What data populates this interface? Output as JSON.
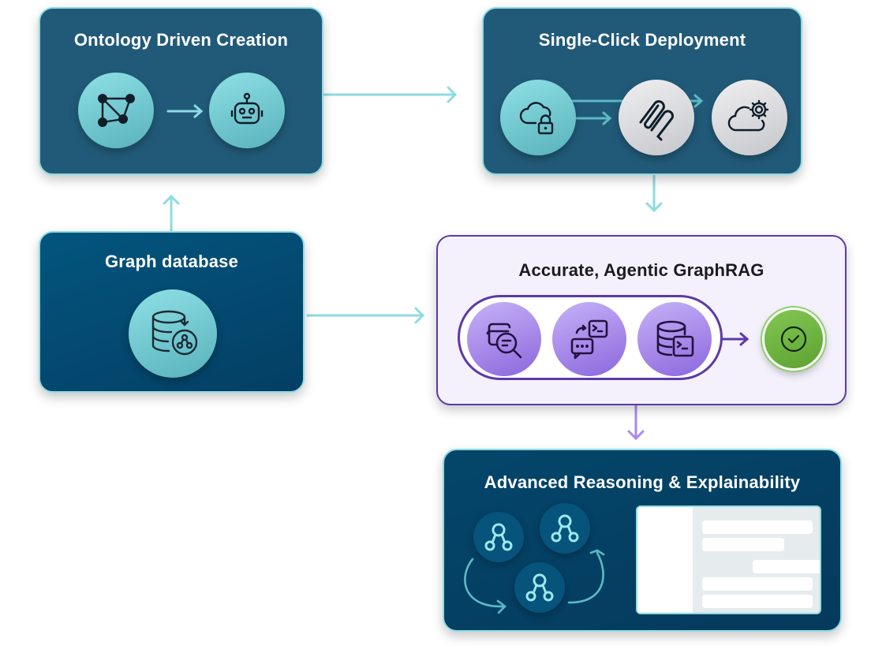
{
  "diagram": {
    "nodes": {
      "ontology": {
        "title": "Ontology Driven Creation",
        "icons": [
          "graph-network-icon",
          "robot-icon"
        ]
      },
      "deployment": {
        "title": "Single-Click Deployment",
        "icons": [
          "cloud-lock-icon",
          "paperclip-service-icon",
          "cloud-gear-icon"
        ]
      },
      "graph_database": {
        "title": "Graph database",
        "icons": [
          "database-graph-icon"
        ]
      },
      "graphrag": {
        "title": "Accurate, Agentic GraphRAG",
        "icons": [
          "search-documents-icon",
          "chat-terminal-icon",
          "database-terminal-icon",
          "check-circle-icon"
        ]
      },
      "reasoning": {
        "title": "Advanced Reasoning & Explainability",
        "icons": [
          "graph-node-icon",
          "graph-node-icon",
          "graph-node-icon",
          "chat-panel-illustration"
        ]
      }
    },
    "edges": [
      {
        "from": "graph_database",
        "to": "ontology"
      },
      {
        "from": "ontology",
        "to": "deployment"
      },
      {
        "from": "deployment",
        "to": "graphrag"
      },
      {
        "from": "graph_database",
        "to": "graphrag"
      },
      {
        "from": "graphrag",
        "to": "reasoning"
      }
    ],
    "colors": {
      "dark_box": "#215a78",
      "teal_accent": "#8fdbe3",
      "purple_accent": "#5c3aa7",
      "success_green": "#6db13f"
    }
  }
}
